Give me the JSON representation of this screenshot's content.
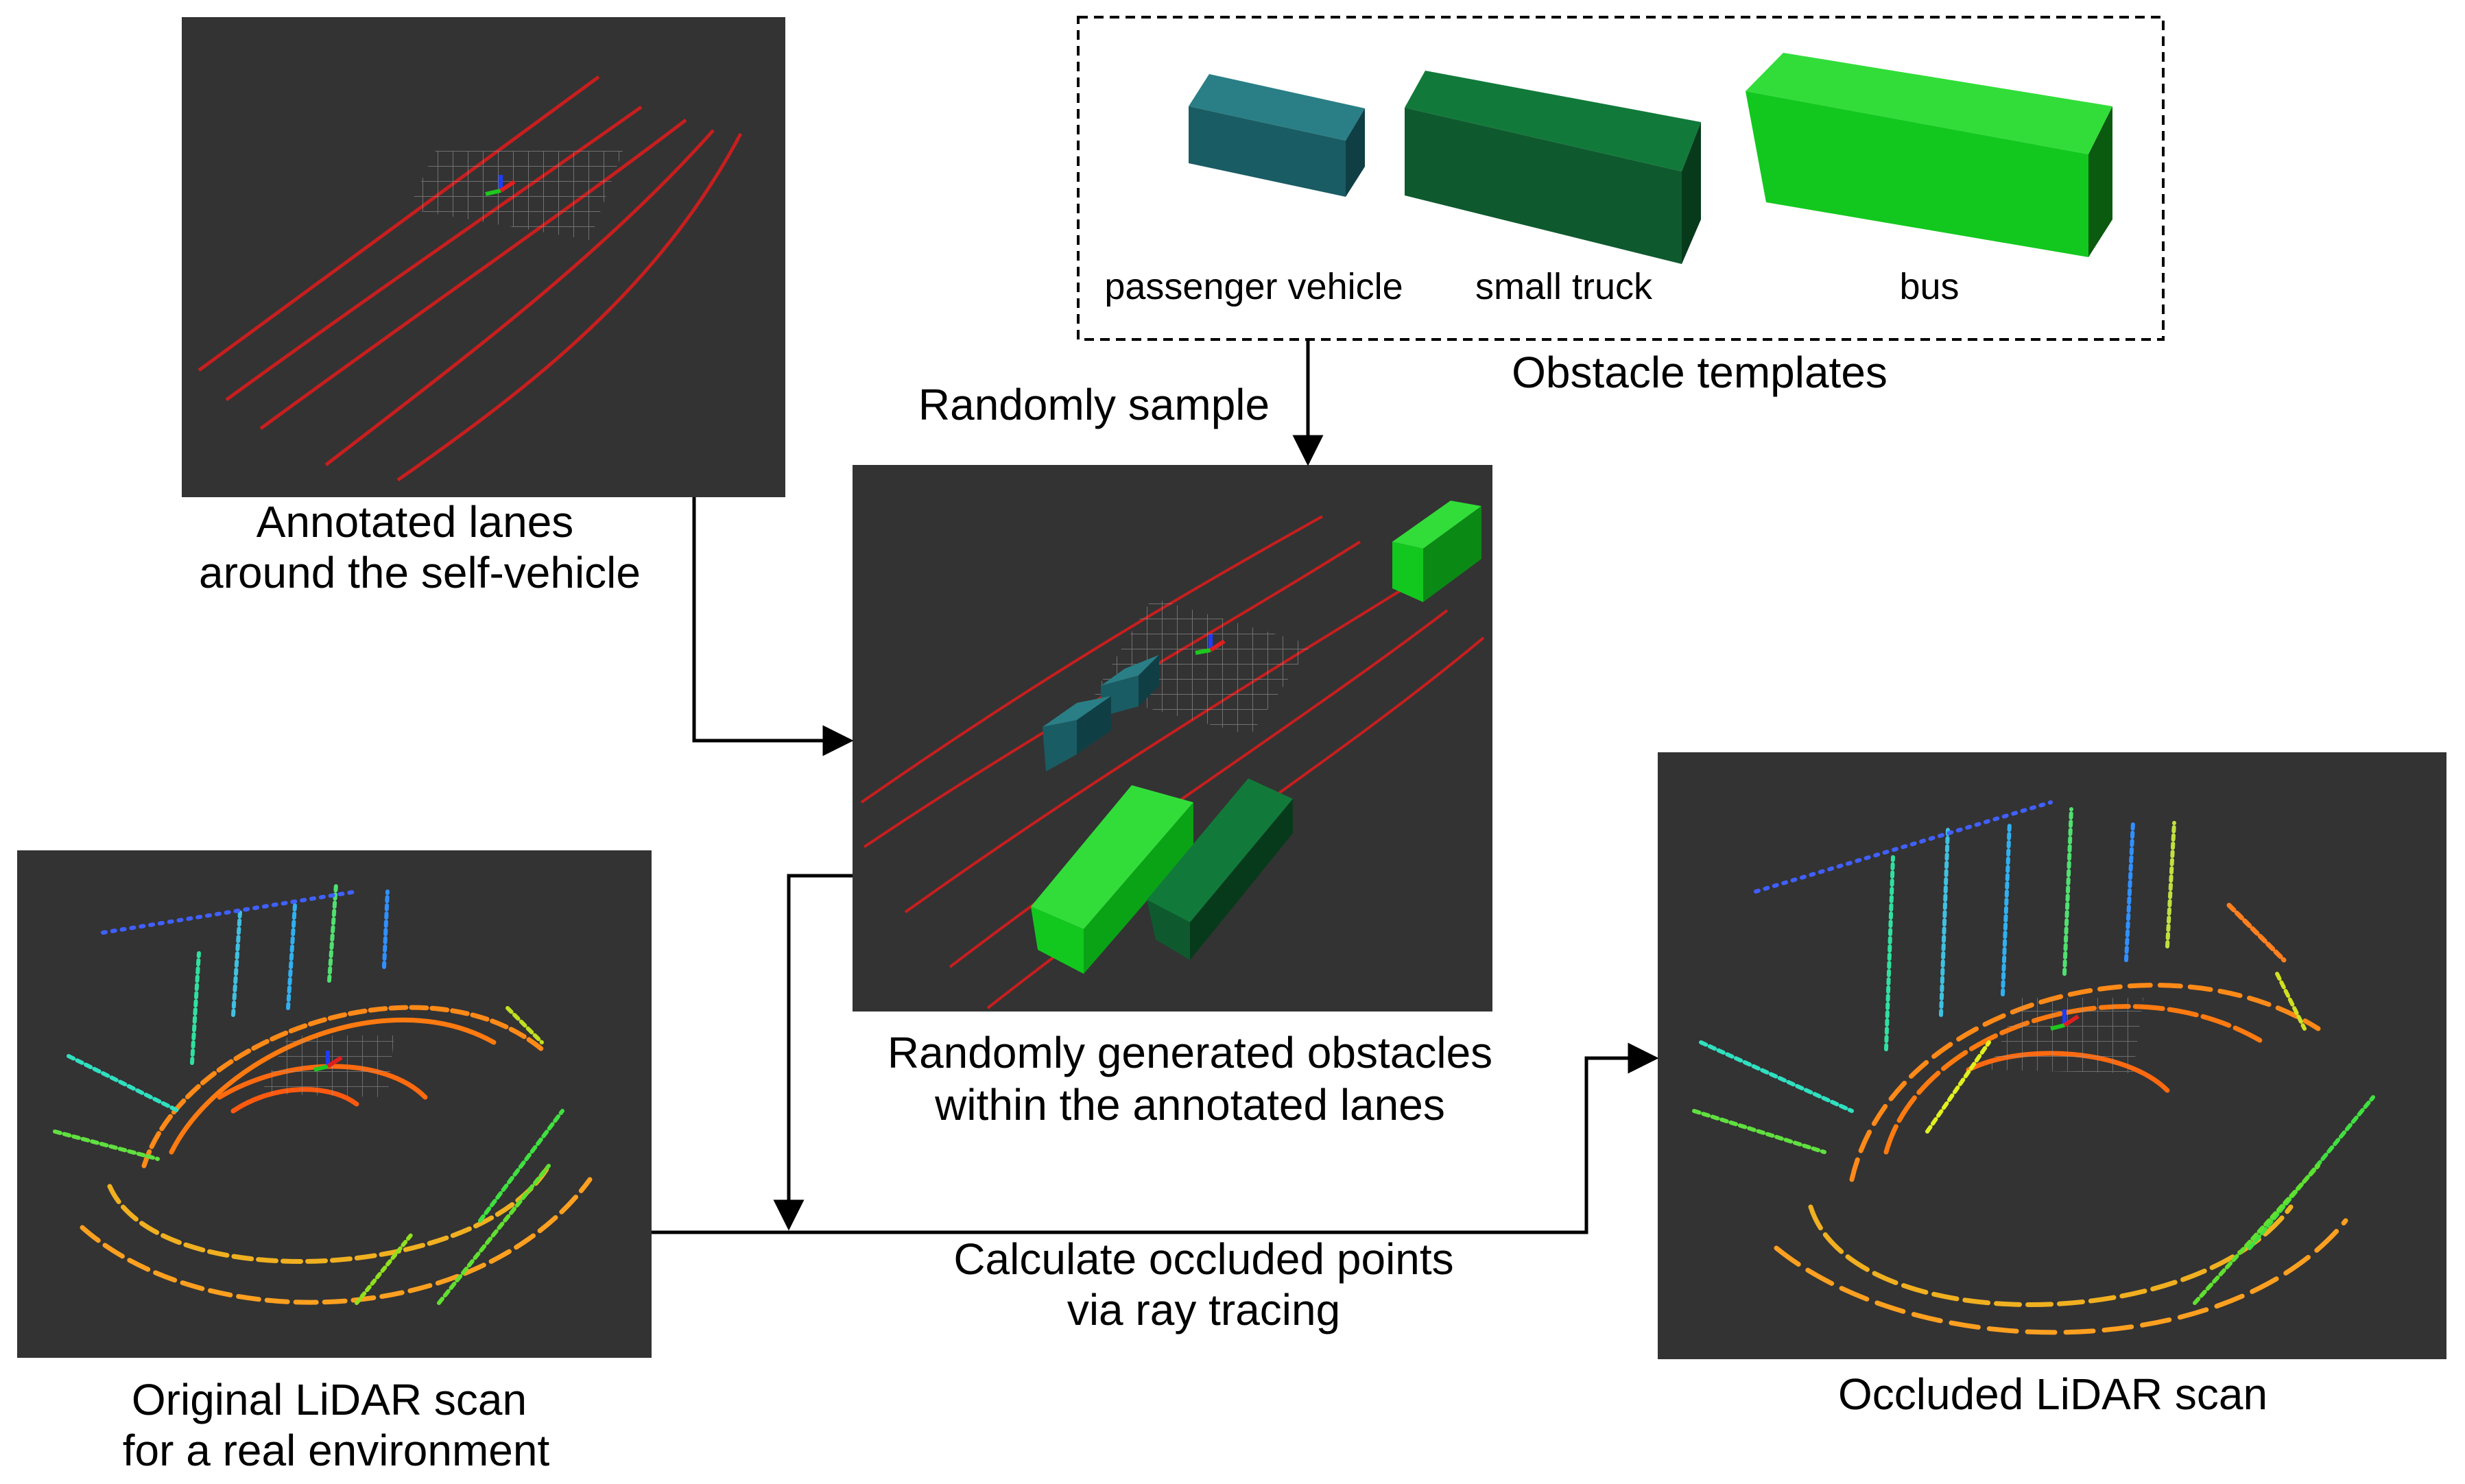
{
  "templates": {
    "title": "Obstacle templates",
    "passenger_vehicle": "passenger vehicle",
    "small_truck": "small truck",
    "bus": "bus"
  },
  "annotated_lanes": {
    "caption_line1": "Annotated lanes",
    "caption_line2": "around the self-vehicle"
  },
  "randomly_sample": "Randomly sample",
  "generated": {
    "caption_line1": "Randomly generated obstacles",
    "caption_line2": "within the annotated lanes"
  },
  "original_scan": {
    "caption_line1": "Original LiDAR scan",
    "caption_line2": "for a real environment"
  },
  "ray_tracing": {
    "caption_line1": "Calculate occluded points",
    "caption_line2": "via ray tracing"
  },
  "occluded_scan": {
    "caption": "Occluded LiDAR scan"
  },
  "colors": {
    "panel_bg": "#333333",
    "lane_red": "#c81e1e",
    "passenger_teal": "#1a5c63",
    "truck_green": "#0e5a2e",
    "bus_green": "#12c81e"
  }
}
